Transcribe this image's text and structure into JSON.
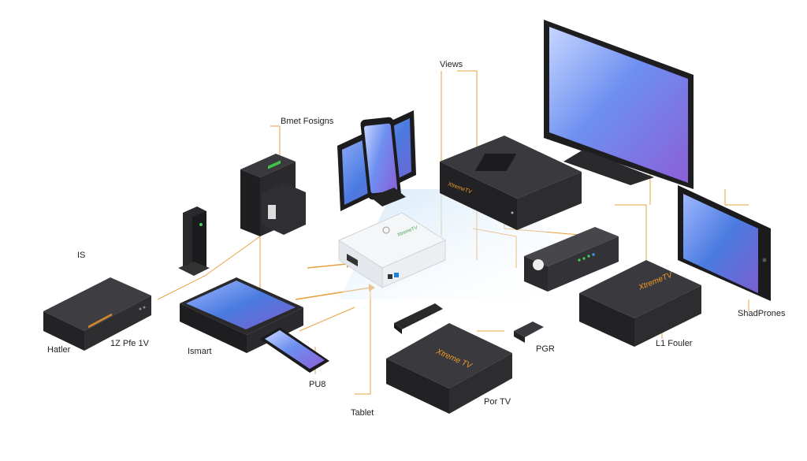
{
  "labels": {
    "views": "Views",
    "smart_fosigns": "Bmet Fosigns",
    "is": "IS",
    "hatler": "Hatler",
    "lz_pfe_tv": "1Z Pfe 1V",
    "ismart": "Ismart",
    "pub": "PU8",
    "tablet": "Tablet",
    "por_tv": "Por TV",
    "pgr": "PGR",
    "lz_fouler": "L1 Fouler",
    "shadprones": "ShadPrones"
  },
  "brand": {
    "xtreme_tv": "XtremeTV",
    "xtreme_tv_box": "Xtreme TV",
    "xtreme_tv_large": "XtremeTV"
  },
  "colors": {
    "connector_orange": "#e8a040",
    "connector_light": "#f2c98a",
    "device_dark": "#2b2b2e",
    "device_mid": "#3a3a3e",
    "screen_blue": "#3b6fd8",
    "screen_purple": "#7a5fd0",
    "router_white": "#f1f3f5",
    "brand_orange": "#f39a2a",
    "led_green": "#3fd44b"
  },
  "icons": [
    "arrow-right-icon",
    "led-indicator-icon",
    "usb-port-icon"
  ]
}
